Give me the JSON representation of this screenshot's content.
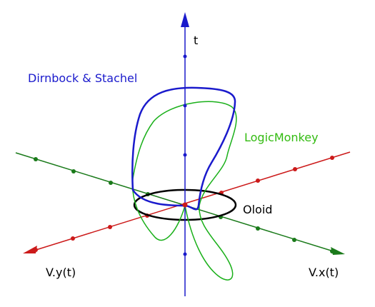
{
  "labels": {
    "t_axis": "t",
    "vx_axis": "V.x(t)",
    "vy_axis": "V.y(t)",
    "dirnbock": "Dirnbock & Stachel",
    "logicmonkey": "LogicMonkey",
    "oloid": "Oloid"
  },
  "colors": {
    "t_axis": "#1a1acc",
    "x_axis": "#cc1a1a",
    "y_axis": "#1a7a1a",
    "dirnbock_curve": "#1a1acc",
    "logicmonkey_curve": "#1ab01a",
    "oloid_curve": "#000000",
    "dirnbock_label": "#1a1acc",
    "logicmonkey_label": "#33bb11",
    "oloid_label": "#000000"
  }
}
